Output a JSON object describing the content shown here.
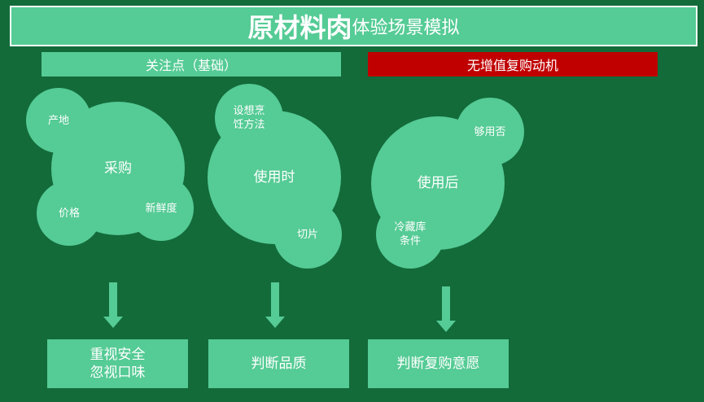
{
  "title": {
    "main": "原材料肉",
    "sub": "体验场景模拟"
  },
  "headers": {
    "left": "关注点（基础）",
    "right": "无增值复购动机"
  },
  "colors": {
    "background": "#136b3a",
    "accent": "#55cb95",
    "red": "#c00000"
  },
  "groups": [
    {
      "center": "采购",
      "satellites": [
        "产地",
        "价格",
        "新鲜度"
      ],
      "result": "重视安全\n忽视口味"
    },
    {
      "center": "使用时",
      "satellites": [
        "设想烹\n饪方法",
        "切片"
      ],
      "result": "判断品质"
    },
    {
      "center": "使用后",
      "satellites": [
        "够用否",
        "冷藏库\n条件"
      ],
      "result": "判断复购意愿"
    }
  ]
}
